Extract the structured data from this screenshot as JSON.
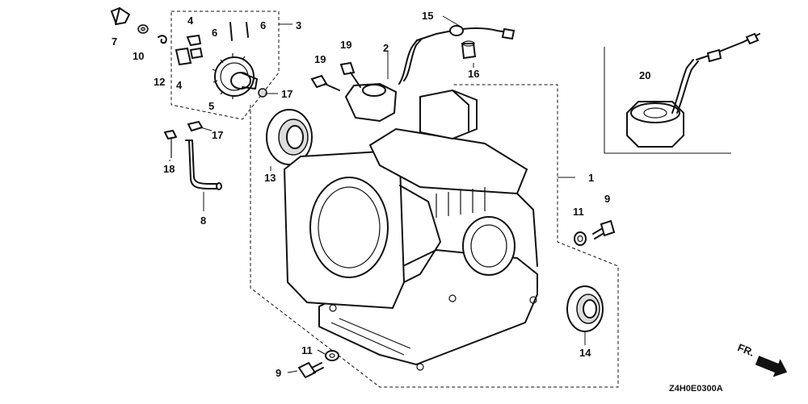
{
  "diagram": {
    "part_numbers": {
      "p1": "1",
      "p2": "2",
      "p3": "3",
      "p4a": "4",
      "p4b": "4",
      "p5": "5",
      "p6a": "6",
      "p6b": "6",
      "p7": "7",
      "p8": "8",
      "p9a": "9",
      "p9b": "9",
      "p10": "10",
      "p11a": "11",
      "p11b": "11",
      "p12": "12",
      "p13": "13",
      "p14": "14",
      "p15": "15",
      "p16": "16",
      "p17a": "17",
      "p17b": "17",
      "p18": "18",
      "p19a": "19",
      "p19b": "19",
      "p20": "20"
    },
    "drawing_code": "Z4H0E0300A",
    "front_indicator": "FR."
  }
}
